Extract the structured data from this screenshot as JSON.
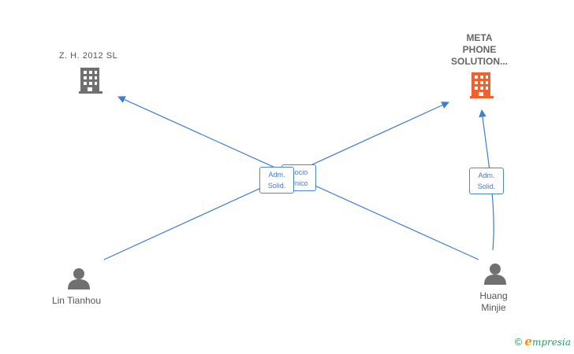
{
  "colors": {
    "edge": "#3f7dcf",
    "company_default": "#707070",
    "company_highlight": "#f0612d",
    "person": "#707070"
  },
  "nodes": {
    "company_zh": {
      "label": "Z.  H. 2012 SL",
      "icon": "building-icon"
    },
    "company_meta": {
      "label_lines": [
        "META",
        "PHONE",
        "SOLUTION..."
      ],
      "icon": "building-icon"
    },
    "person_lin": {
      "label": "Lin Tianhou",
      "icon": "person-icon"
    },
    "person_huang": {
      "label_lines": [
        "Huang",
        "Minjie"
      ],
      "icon": "person-icon"
    }
  },
  "relations": {
    "lin_to_meta": {
      "lines": [
        "Socio",
        "Único"
      ]
    },
    "huang_to_zh": {
      "lines": [
        "Adm.",
        "Solid."
      ]
    },
    "huang_to_meta": {
      "lines": [
        "Adm.",
        "Solid."
      ]
    }
  },
  "footer": {
    "copyright": "©",
    "brand_initial": "e",
    "brand_rest": "mpresia"
  }
}
